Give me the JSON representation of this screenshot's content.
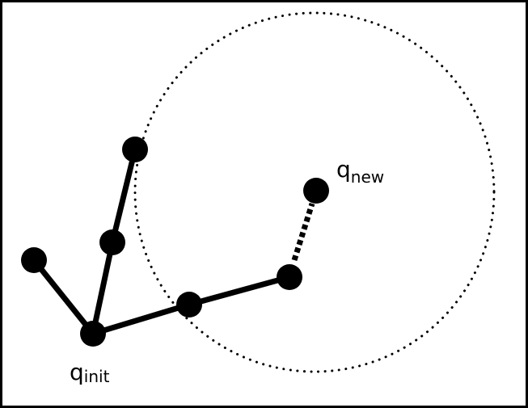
{
  "diagram": {
    "labels": {
      "q_init": {
        "main": "q",
        "sub": "init"
      },
      "q_new": {
        "main": "q",
        "sub": "new"
      }
    },
    "colors": {
      "stroke": "#000000",
      "node": "#000000",
      "background": "#ffffff"
    }
  }
}
